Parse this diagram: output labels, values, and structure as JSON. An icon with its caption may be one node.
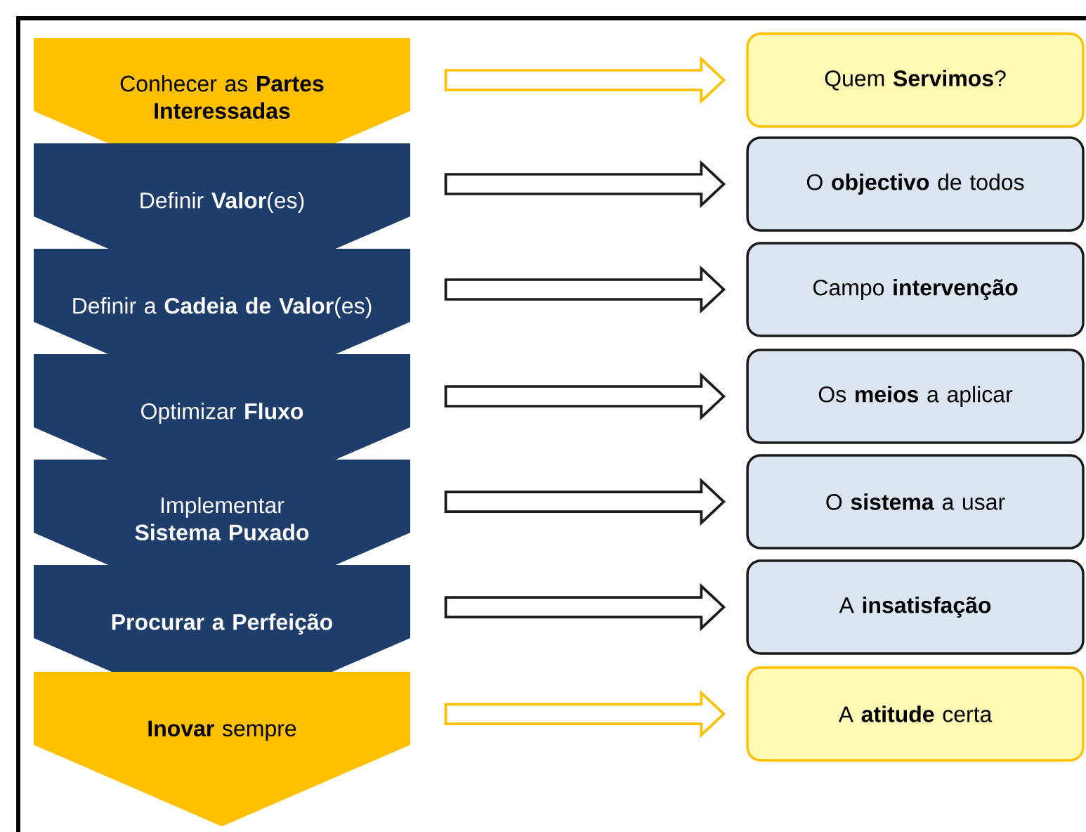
{
  "diagram": {
    "nodes": [
      {
        "text": [
          "Conhecer as **Partes Interessadas**"
        ]
      },
      {
        "text": [
          "Definir **Valor**(es)"
        ]
      },
      {
        "text": [
          "Definir a **Cadeia de Valor**(es)"
        ]
      },
      {
        "text": [
          "Optimizar **Fluxo**"
        ]
      },
      {
        "text": [
          "Implementar **Sistema Puxado**"
        ]
      },
      {
        "text": [
          "Procurar a Perfeição"
        ]
      },
      {
        "text": [
          "**Inovar** sempre"
        ]
      },
      {
        "text": [
          "Quem **Servimos**?"
        ]
      },
      {
        "text": [
          "O **objectivo** de todos"
        ]
      },
      {
        "text": [
          "Campo **intervenção**"
        ]
      },
      {
        "text": [
          "Os **meios** a aplicar"
        ]
      },
      {
        "text": [
          "O **sistema** a usar"
        ]
      },
      {
        "text": [
          "A **insatisfação**"
        ]
      },
      {
        "text": [
          "A **atitude** certa"
        ]
      }
    ],
    "edges": [
      {
        "from": 0,
        "to": 7,
        "arrow": "to",
        "color": "#ffc000"
      },
      {
        "from": 1,
        "to": 8,
        "arrow": "to"
      },
      {
        "from": 2,
        "to": 9,
        "arrow": "to"
      },
      {
        "from": 3,
        "to": 10,
        "arrow": "to"
      },
      {
        "from": 4,
        "to": 11,
        "arrow": "to"
      },
      {
        "from": 5,
        "to": 12,
        "arrow": "to"
      },
      {
        "from": 6,
        "to": 13,
        "arrow": "to",
        "color": "#ffc000"
      }
    ]
  }
}
